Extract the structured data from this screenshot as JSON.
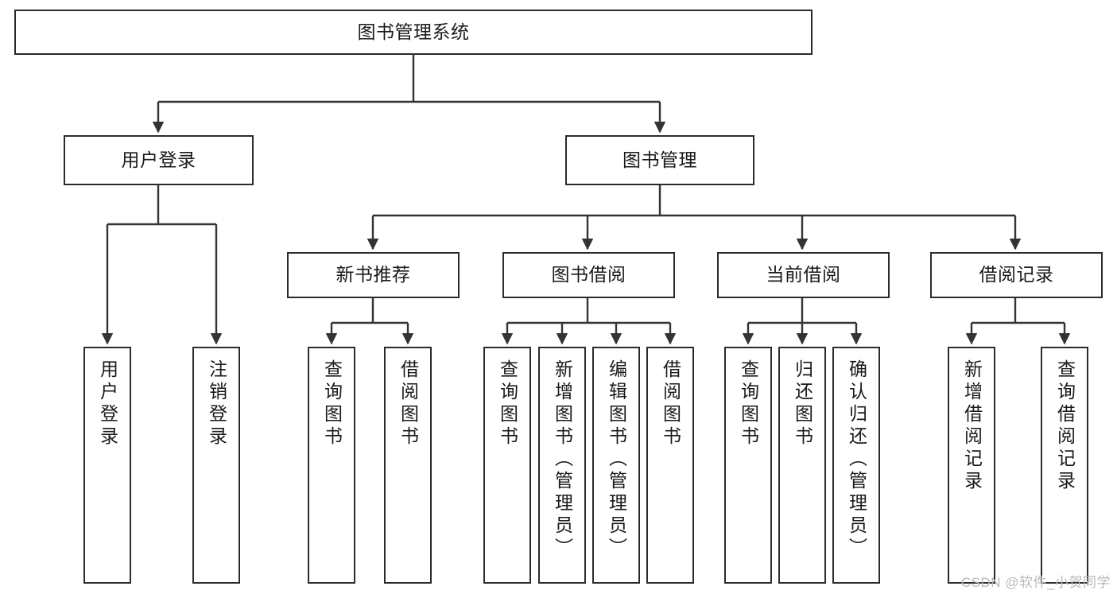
{
  "diagram": {
    "title": "图书管理系统",
    "type": "tree",
    "watermark": "CSDN @软件_小贺同学",
    "colors": {
      "box_border": "#2b2b2b",
      "box_fill": "#ffffff",
      "connector": "#333333",
      "text": "#1a1a1a",
      "watermark": "#b9b9b9",
      "background": "#ffffff"
    },
    "root": {
      "label": "图书管理系统",
      "orientation": "horizontal"
    },
    "level2": [
      {
        "label": "用户登录",
        "orientation": "horizontal"
      },
      {
        "label": "图书管理",
        "orientation": "horizontal"
      }
    ],
    "level3": [
      {
        "label": "新书推荐",
        "orientation": "horizontal"
      },
      {
        "label": "图书借阅",
        "orientation": "horizontal"
      },
      {
        "label": "当前借阅",
        "orientation": "horizontal"
      },
      {
        "label": "借阅记录",
        "orientation": "horizontal"
      }
    ],
    "leaves": {
      "user_login": [
        {
          "label": "用户登录",
          "orientation": "vertical"
        },
        {
          "label": "注销登录",
          "orientation": "vertical"
        }
      ],
      "new_book_recommend": [
        {
          "label": "查询图书",
          "orientation": "vertical"
        },
        {
          "label": "借阅图书",
          "orientation": "vertical"
        }
      ],
      "book_borrow": [
        {
          "label": "查询图书",
          "orientation": "vertical"
        },
        {
          "label": "新增图书（管理员）",
          "orientation": "vertical"
        },
        {
          "label": "编辑图书（管理员）",
          "orientation": "vertical"
        },
        {
          "label": "借阅图书",
          "orientation": "vertical"
        }
      ],
      "current_borrow": [
        {
          "label": "查询图书",
          "orientation": "vertical"
        },
        {
          "label": "归还图书",
          "orientation": "vertical"
        },
        {
          "label": "确认归还（管理员）",
          "orientation": "vertical"
        }
      ],
      "borrow_record": [
        {
          "label": "新增借阅记录",
          "orientation": "vertical"
        },
        {
          "label": "查询借阅记录",
          "orientation": "vertical"
        }
      ]
    }
  }
}
